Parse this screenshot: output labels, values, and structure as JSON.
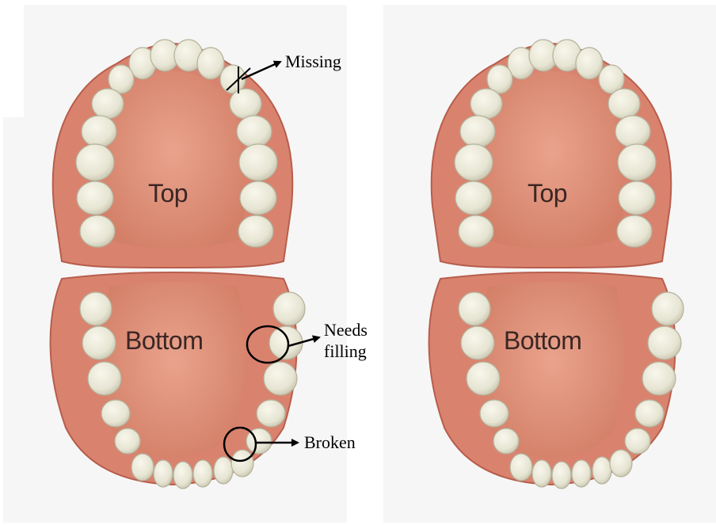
{
  "panels": [
    {
      "id": "annotated",
      "upper_label": "Top",
      "lower_label": "Bottom",
      "annotations": [
        {
          "key": "missing",
          "text": "Missing",
          "marker": "cross"
        },
        {
          "key": "needs_filling",
          "text_line1": "Needs",
          "text_line2": "filling",
          "marker": "circle"
        },
        {
          "key": "broken",
          "text": "Broken",
          "marker": "circle"
        }
      ]
    },
    {
      "id": "plain",
      "upper_label": "Top",
      "lower_label": "Bottom"
    }
  ],
  "colors": {
    "gum": "#d9836f",
    "gum_edge": "#b85d4c",
    "palate": "#e49a84",
    "tooth": "#eceadb",
    "tooth_shade": "#c9c7b4",
    "background": "#f6f6f6",
    "annotation": "#000000"
  }
}
